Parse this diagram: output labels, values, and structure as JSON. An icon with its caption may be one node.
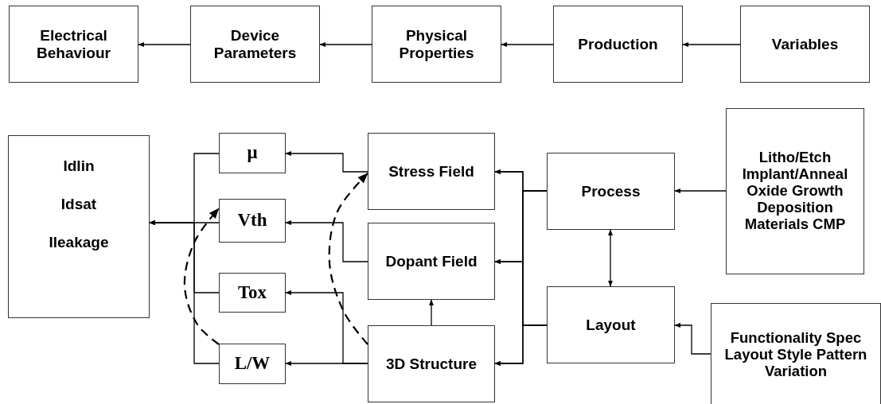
{
  "diagram": {
    "nodes": [
      {
        "text": [
          "Electrical Behaviour"
        ]
      },
      {
        "text": [
          "Device Parameters"
        ]
      },
      {
        "text": [
          "Physical Properties"
        ]
      },
      {
        "text": [
          "Production"
        ]
      },
      {
        "text": [
          "Variables"
        ]
      },
      {
        "text": [
          "Idlin",
          "Idsat",
          "Ileakage"
        ]
      },
      {
        "text": [
          "μ"
        ]
      },
      {
        "text": [
          "Stress Field"
        ]
      },
      {
        "text": [
          "Process"
        ]
      },
      {
        "text": [
          "Litho/Etch Implant/Anneal Oxide Growth Deposition Materials CMP"
        ]
      },
      {
        "text": [
          "Vth"
        ]
      },
      {
        "text": [
          "Dopant Field"
        ]
      },
      {
        "text": [
          "Tox"
        ]
      },
      {
        "text": [
          "Layout"
        ]
      },
      {
        "text": [
          "L/W"
        ]
      },
      {
        "text": [
          "3D Structure"
        ]
      },
      {
        "text": [
          "Functionality Spec Layout Style Pattern Variation"
        ]
      }
    ],
    "edges": [
      {
        "from": 4,
        "to": 3,
        "arrow": "to"
      },
      {
        "from": 3,
        "to": 2,
        "arrow": "to"
      },
      {
        "from": 2,
        "to": 1,
        "arrow": "to"
      },
      {
        "from": 1,
        "to": 0,
        "arrow": "to"
      },
      {
        "from": 6,
        "to": 5,
        "arrow": "to"
      },
      {
        "from": 10,
        "to": 5,
        "arrow": "to"
      },
      {
        "from": 12,
        "to": 5,
        "arrow": "to"
      },
      {
        "from": 14,
        "to": 5,
        "arrow": "to"
      },
      {
        "from": 7,
        "to": 6,
        "arrow": "to"
      },
      {
        "from": 11,
        "to": 10,
        "arrow": "to"
      },
      {
        "from": 15,
        "to": 14,
        "arrow": "to"
      },
      {
        "from": 15,
        "to": 12,
        "arrow": "to"
      },
      {
        "from": 15,
        "to": 11,
        "arrow": "to"
      },
      {
        "from": 8,
        "to": 7,
        "arrow": "to"
      },
      {
        "from": 8,
        "to": 11,
        "arrow": "to"
      },
      {
        "from": 8,
        "to": 15,
        "arrow": "to"
      },
      {
        "from": 13,
        "to": 7,
        "arrow": "to"
      },
      {
        "from": 13,
        "to": 11,
        "arrow": "to"
      },
      {
        "from": 13,
        "to": 15,
        "arrow": "to"
      },
      {
        "from": 8,
        "to": 13,
        "arrow": "both"
      },
      {
        "from": 9,
        "to": 8,
        "arrow": "to"
      },
      {
        "from": 16,
        "to": 13,
        "arrow": "to"
      },
      {
        "from": 14,
        "to": 10,
        "arrow": "to",
        "style": "dashed"
      },
      {
        "from": 15,
        "to": 7,
        "arrow": "to",
        "style": "dashed"
      }
    ]
  }
}
